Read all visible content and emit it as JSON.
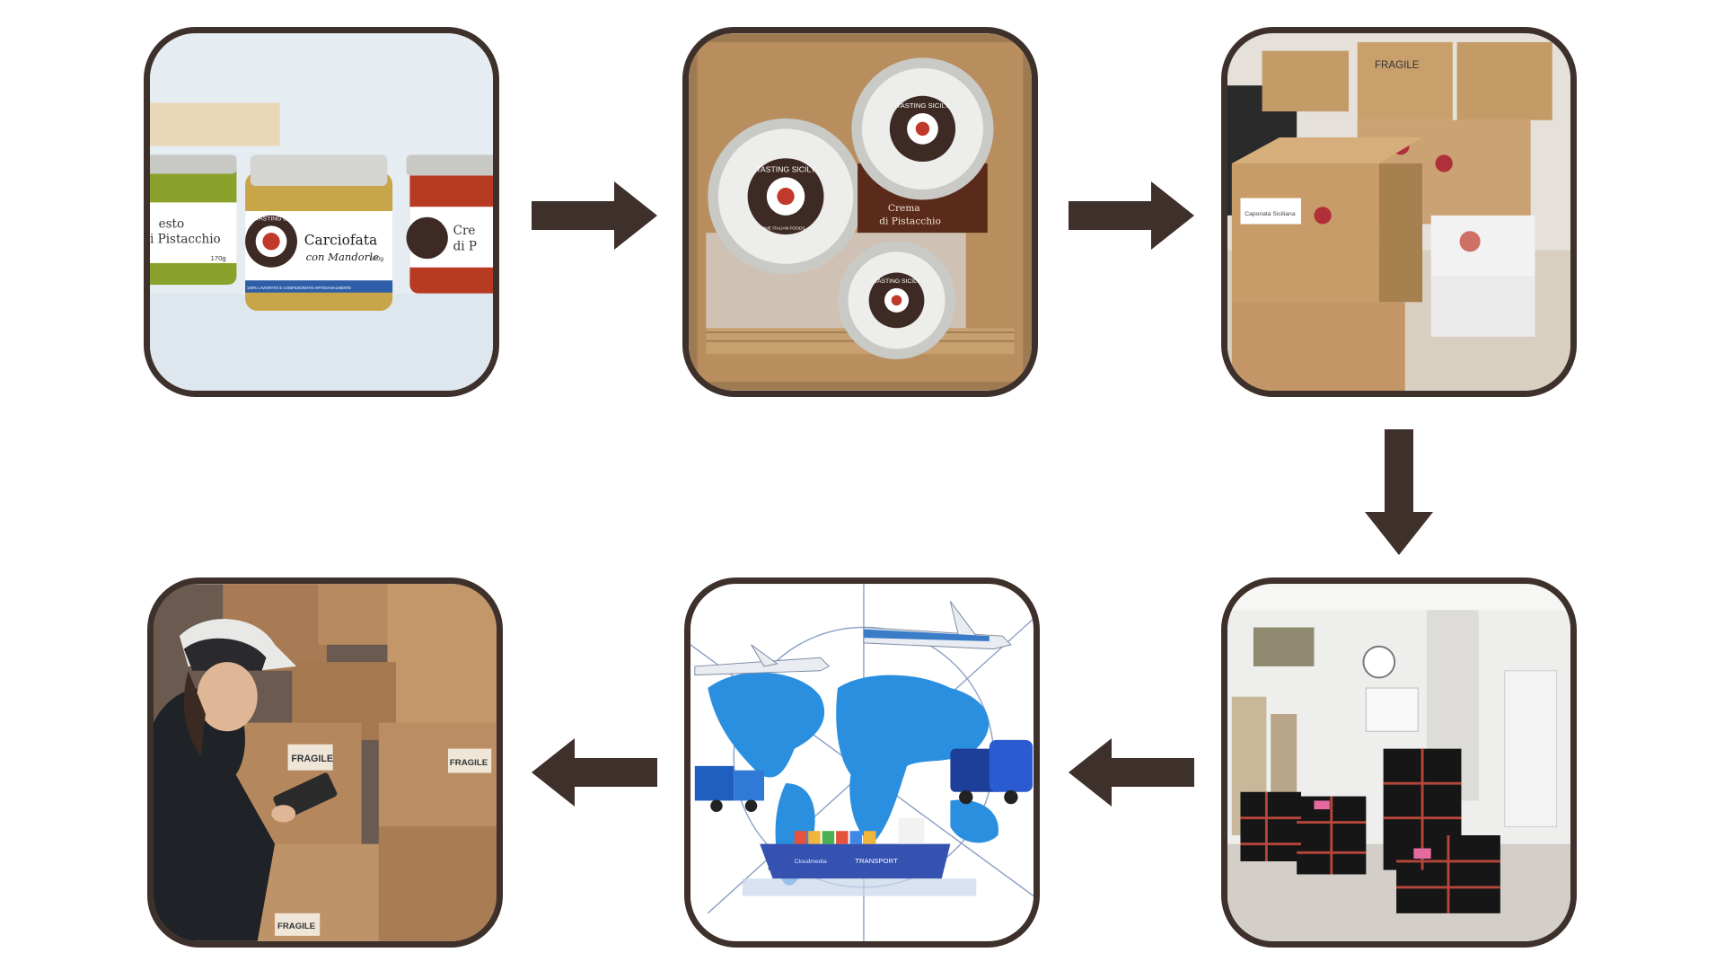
{
  "colors": {
    "frame": "#3e302b",
    "arrow": "#3e302b",
    "background": "#ffffff"
  },
  "steps": [
    {
      "name": "jars-product",
      "jar_center": {
        "brand": "TASTING SICILY",
        "title": "Carciofata",
        "subtitle": "con Mandorle",
        "weight": "170g",
        "band": "100% LAVORATO E CONFEZIONATO ARTIGIANALMENTE"
      },
      "jar_left": {
        "line1": "esto",
        "line2": "i Pistacchio",
        "weight": "170g"
      },
      "jar_right": {
        "line1": "Cre",
        "line2": "di P"
      }
    },
    {
      "name": "jars-in-box",
      "jar_a_brand": "TASTING SICILY",
      "jar_b_brand": "TASTING SICILY",
      "jar_c_brand": "TASTING SICILY",
      "brand_tagline": "FINE ITALIAN FOODS",
      "side_label_1": "Crema",
      "side_label_2": "di Pistacchio"
    },
    {
      "name": "packed-boxes",
      "box_stamp": "FRAGILE",
      "box_tag": "Caponata Siciliana"
    },
    {
      "name": "palletized-shipment"
    },
    {
      "name": "global-transport",
      "ship_text_1": "TRANSPORT",
      "ship_text_2": "Cloudmedia"
    },
    {
      "name": "delivery-receipt",
      "fragile_1": "FRAGILE",
      "fragile_2": "FRAGILE",
      "fragile_3": "FRAGILE"
    }
  ]
}
